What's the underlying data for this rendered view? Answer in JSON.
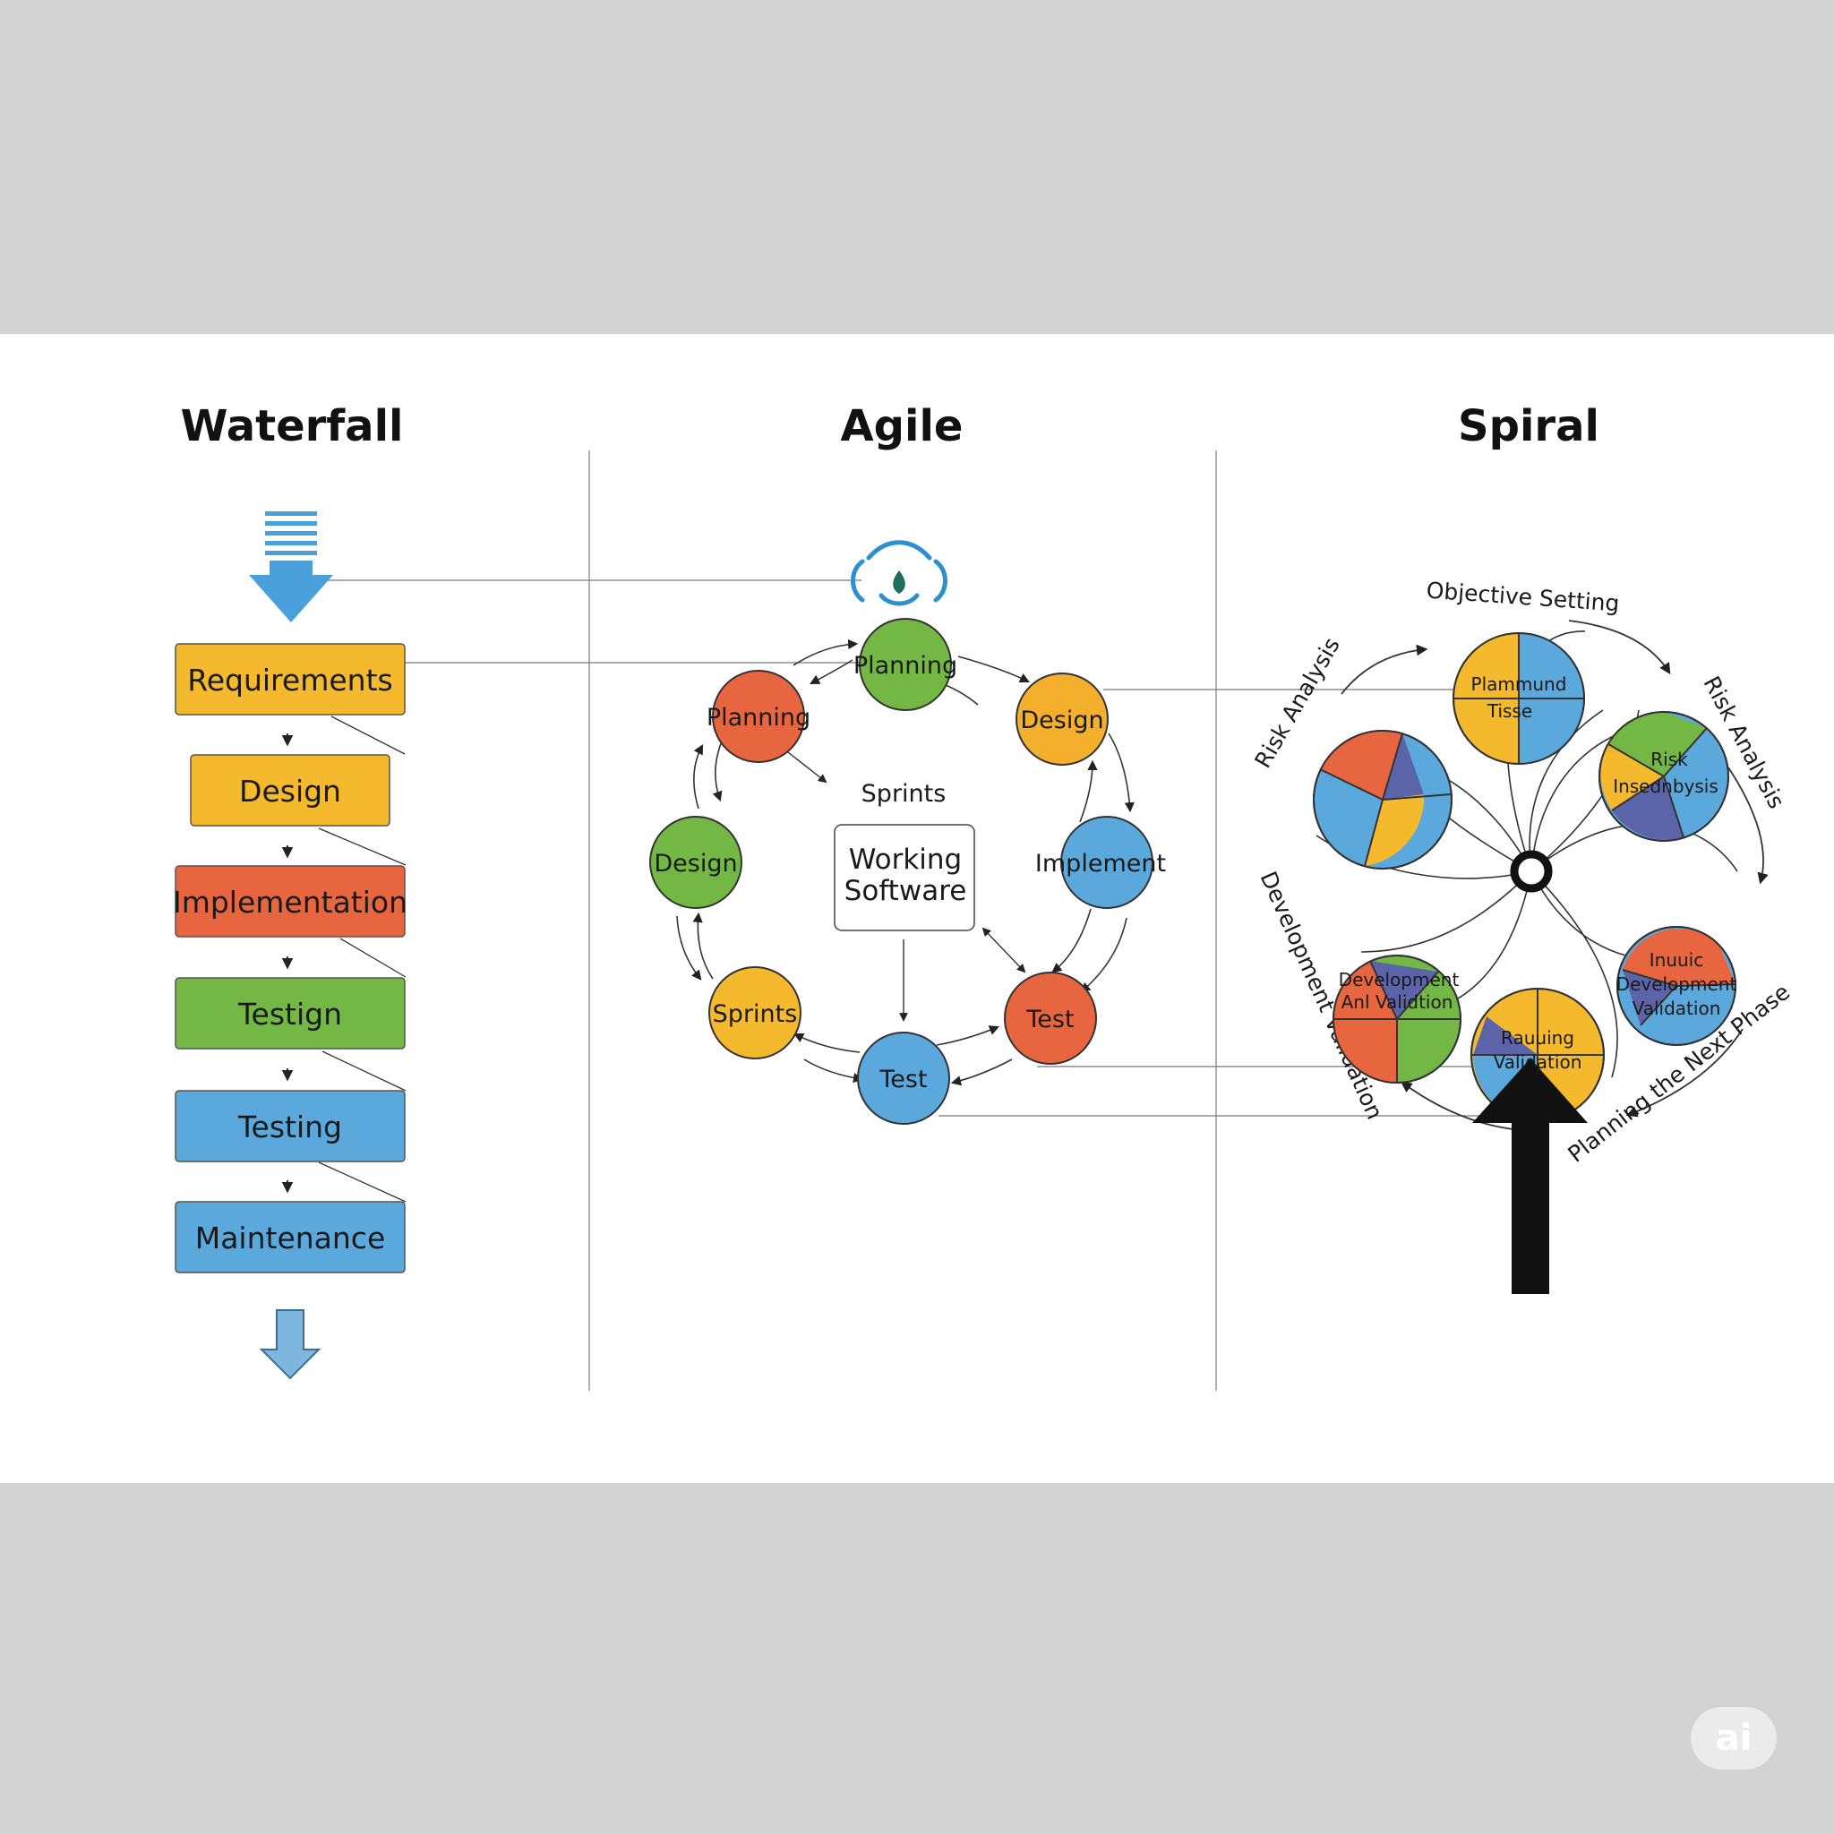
{
  "columns": {
    "waterfall": {
      "title": "Waterfall"
    },
    "agile": {
      "title": "Agile"
    },
    "spiral": {
      "title": "Spiral"
    }
  },
  "waterfall": {
    "steps": [
      {
        "label": "Requirements",
        "color": "#f4b92c"
      },
      {
        "label": "Design",
        "color": "#f4b92c"
      },
      {
        "label": "Implementation",
        "color": "#e8663f"
      },
      {
        "label": "Testign",
        "color": "#73b744"
      },
      {
        "label": "Testing",
        "color": "#5aa8dc"
      },
      {
        "label": "Maintenance",
        "color": "#5aa8dc"
      }
    ]
  },
  "agile": {
    "center_caption": "Sprints",
    "center_box_line1": "Working",
    "center_box_line2": "Software",
    "nodes": [
      {
        "label": "Planning",
        "color": "#73b744"
      },
      {
        "label": "Design",
        "color": "#f4b02c"
      },
      {
        "label": "Implement",
        "color": "#5aa8dc"
      },
      {
        "label": "Test",
        "color": "#e8663f"
      },
      {
        "label": "Test",
        "color": "#5aa8dc"
      },
      {
        "label": "Sprints",
        "color": "#f4b92c"
      },
      {
        "label": "Design",
        "color": "#73b744"
      },
      {
        "label": "Planning",
        "color": "#e8663f"
      }
    ]
  },
  "spiral": {
    "ring_labels": {
      "objective": "Objective Setting",
      "risk_right": "Risk Analysis",
      "risk_left": "Risk Analysis",
      "development": "Development Validation",
      "planning": "Planning the Next Phase"
    },
    "pies": [
      {
        "line1": "Plammund",
        "line2": "Tisse"
      },
      {
        "line1": "Risk",
        "line2": "Insednbysis"
      },
      {
        "line1": "Inuuic",
        "line2": "Development",
        "line3": "Validation"
      },
      {
        "line1": "Rauuing",
        "line2": "Validation"
      },
      {
        "line1": "Development",
        "line2": "Anl Validtion"
      },
      {
        "line1": "",
        "line2": ""
      }
    ]
  },
  "colors": {
    "orange": "#e8663f",
    "yellow": "#f4b92c",
    "green": "#73b744",
    "blue": "#5aa8dc",
    "indigo": "#5b64a8",
    "arrow_blue": "#4aa0db",
    "black": "#111111"
  },
  "watermark": "ai"
}
